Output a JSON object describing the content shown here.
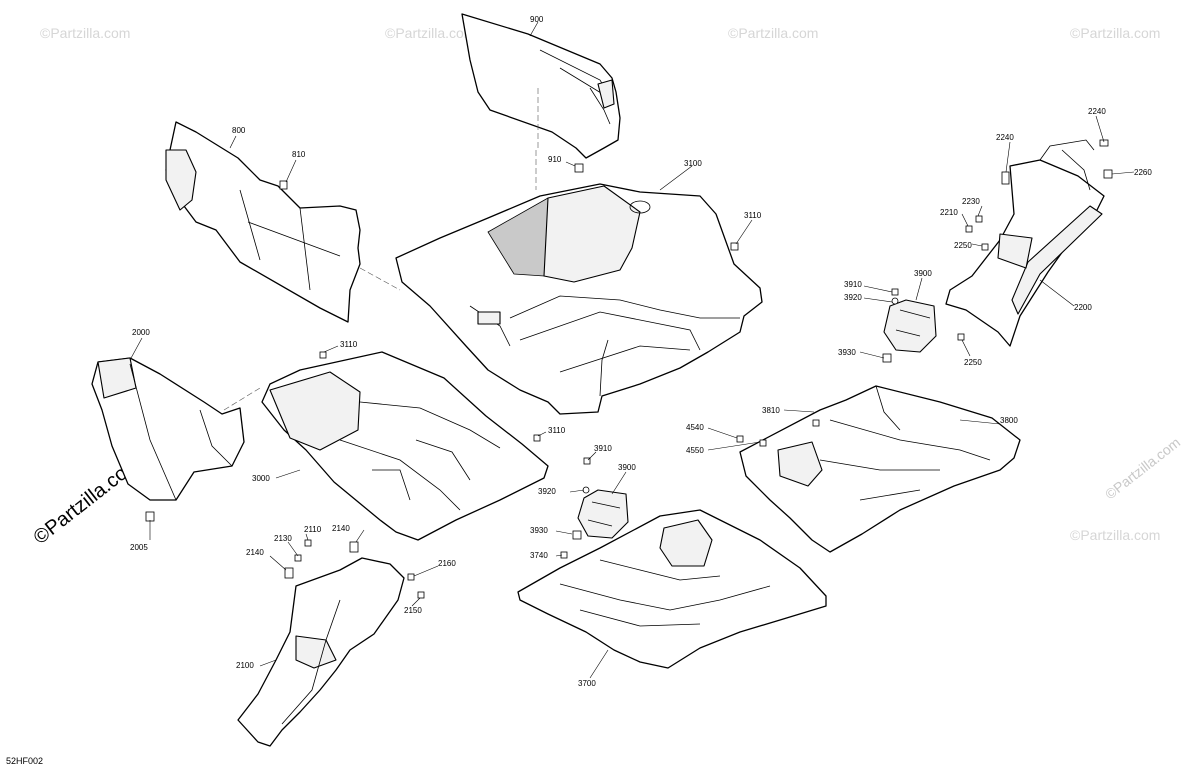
{
  "diagram_code": "52HF002",
  "watermarks": {
    "top": "©Partzilla.com",
    "left": "©Partzilla.com",
    "right": "©Partzilla.com"
  },
  "callouts": {
    "c900": "900",
    "c910": "910",
    "c800": "800",
    "c810": "810",
    "c3100": "3100",
    "c3110a": "3110",
    "c3110b": "3110",
    "c3110c": "3110",
    "c2000": "2000",
    "c2005": "2005",
    "c3000": "3000",
    "c2240a": "2240",
    "c2240b": "2240",
    "c2260": "2260",
    "c2230": "2230",
    "c2210": "2210",
    "c2250a": "2250",
    "c2250b": "2250",
    "c2200": "2200",
    "c3910a": "3910",
    "c3920a": "3920",
    "c3900a": "3900",
    "c3930a": "3930",
    "c3810": "3810",
    "c3800": "3800",
    "c4540": "4540",
    "c4550": "4550",
    "c3910b": "3910",
    "c3900b": "3900",
    "c3920b": "3920",
    "c3930b": "3930",
    "c3740": "3740",
    "c3700": "3700",
    "c2110": "2110",
    "c2140a": "2140",
    "c2130": "2130",
    "c2140b": "2140",
    "c2160": "2160",
    "c2150": "2150",
    "c2100": "2100"
  }
}
